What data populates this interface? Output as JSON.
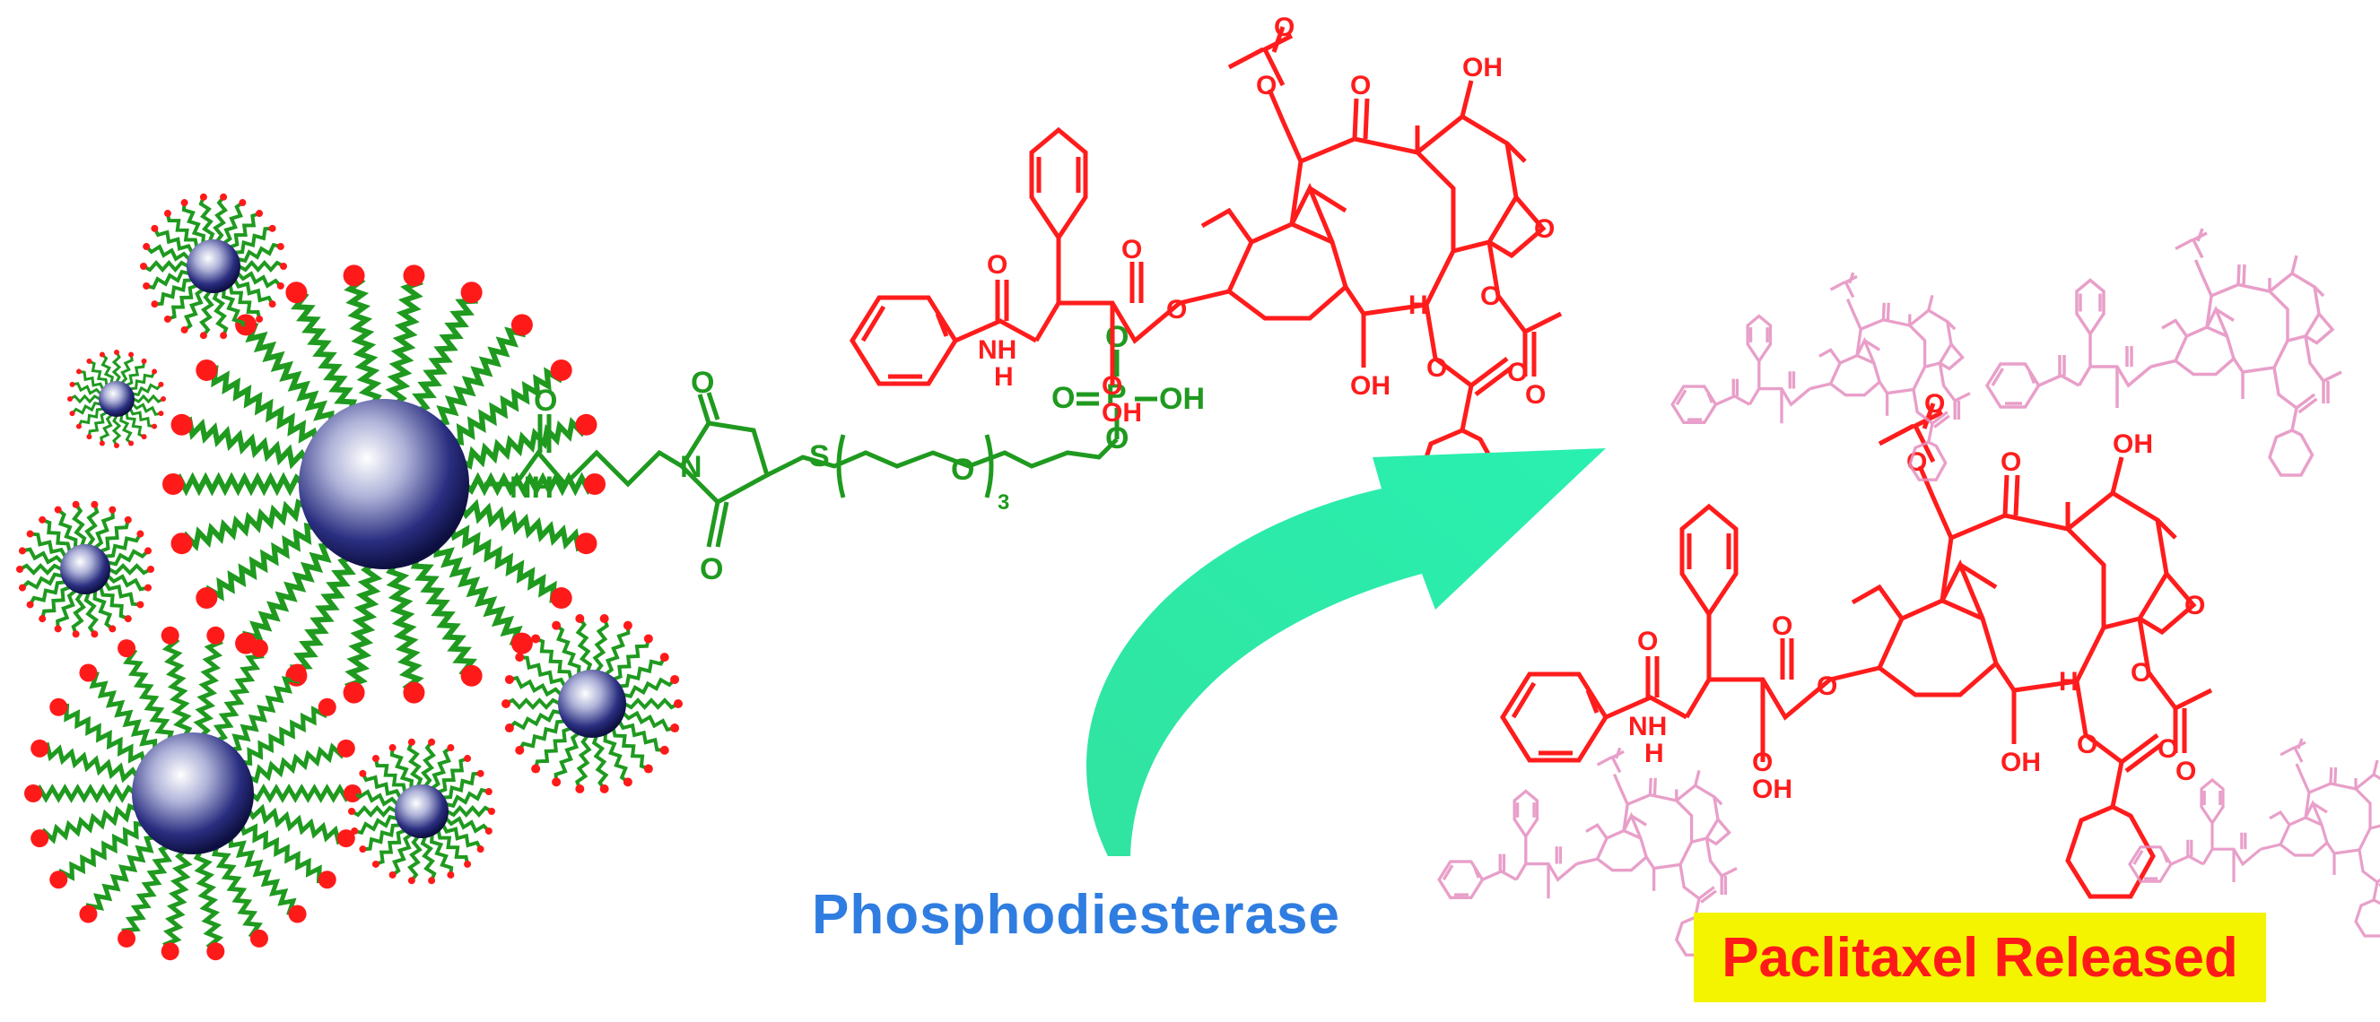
{
  "enzyme_label": "Phosphodiesterase",
  "result_label": "Paclitaxel Released",
  "atoms": {
    "O": "O",
    "N": "N",
    "H": "H",
    "S": "S",
    "P": "P",
    "OH": "OH",
    "NH": "NH",
    "repeat": "3"
  },
  "colors": {
    "drug": "#ff1c1c",
    "linker": "#1f9a1f",
    "arrow": "#2de8a8",
    "enzyme_text": "#2f7de1",
    "label_bg": "#f4f400",
    "faded_drug": "#e58fc0",
    "nanoparticle": "#1d1f6b"
  },
  "icons": [
    "nanoparticle-icon",
    "curved-arrow-icon",
    "paclitaxel-structure-icon"
  ]
}
